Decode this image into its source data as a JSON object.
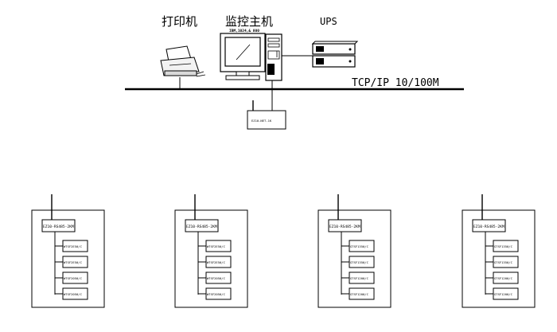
{
  "labels": {
    "printer": "打印机",
    "host": "监控主机",
    "ups": "UPS",
    "network": "TCP/IP 10/100M",
    "host_model": "IBM,1024,& 800"
  },
  "gateway": {
    "label": "EZ10-NET-1K"
  },
  "cabinets": [
    {
      "converter": "EZ10-RS485-2KM",
      "devices": [
        "WTSF2E50/C",
        "WTSF2E50/C",
        "WTSF2050/C",
        "WTSF2050/C"
      ]
    },
    {
      "converter": "EZ10-RS485-2KM",
      "devices": [
        "WTSF2E50/C",
        "WTSF2E50/C",
        "WTSF2050/C",
        "WTSF2050/C"
      ]
    },
    {
      "converter": "EZ10-RS485-2KM",
      "devices": [
        "GTSF1350/C",
        "GTSF1350/C",
        "GTSF1200/C",
        "GTSF1200/C"
      ]
    },
    {
      "converter": "EZ10-RS485-2KM",
      "devices": [
        "GTSF1350/C",
        "GTSF1350/C",
        "GTSF1200/C",
        "GTSF1200/C"
      ]
    }
  ]
}
